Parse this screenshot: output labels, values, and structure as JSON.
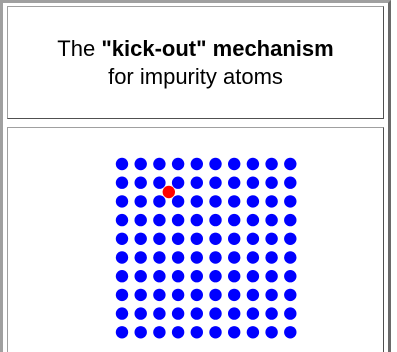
{
  "title": {
    "prefix": "The ",
    "emphasis": "\"kick-out\" mechanism",
    "line2": "for impurity atoms"
  },
  "lattice": {
    "rows": 10,
    "cols": 10,
    "host_atom_color": "#0000ff",
    "impurity_atom_color": "#ff0000",
    "impurity_position": {
      "row": 1.5,
      "col": 2.5
    }
  }
}
